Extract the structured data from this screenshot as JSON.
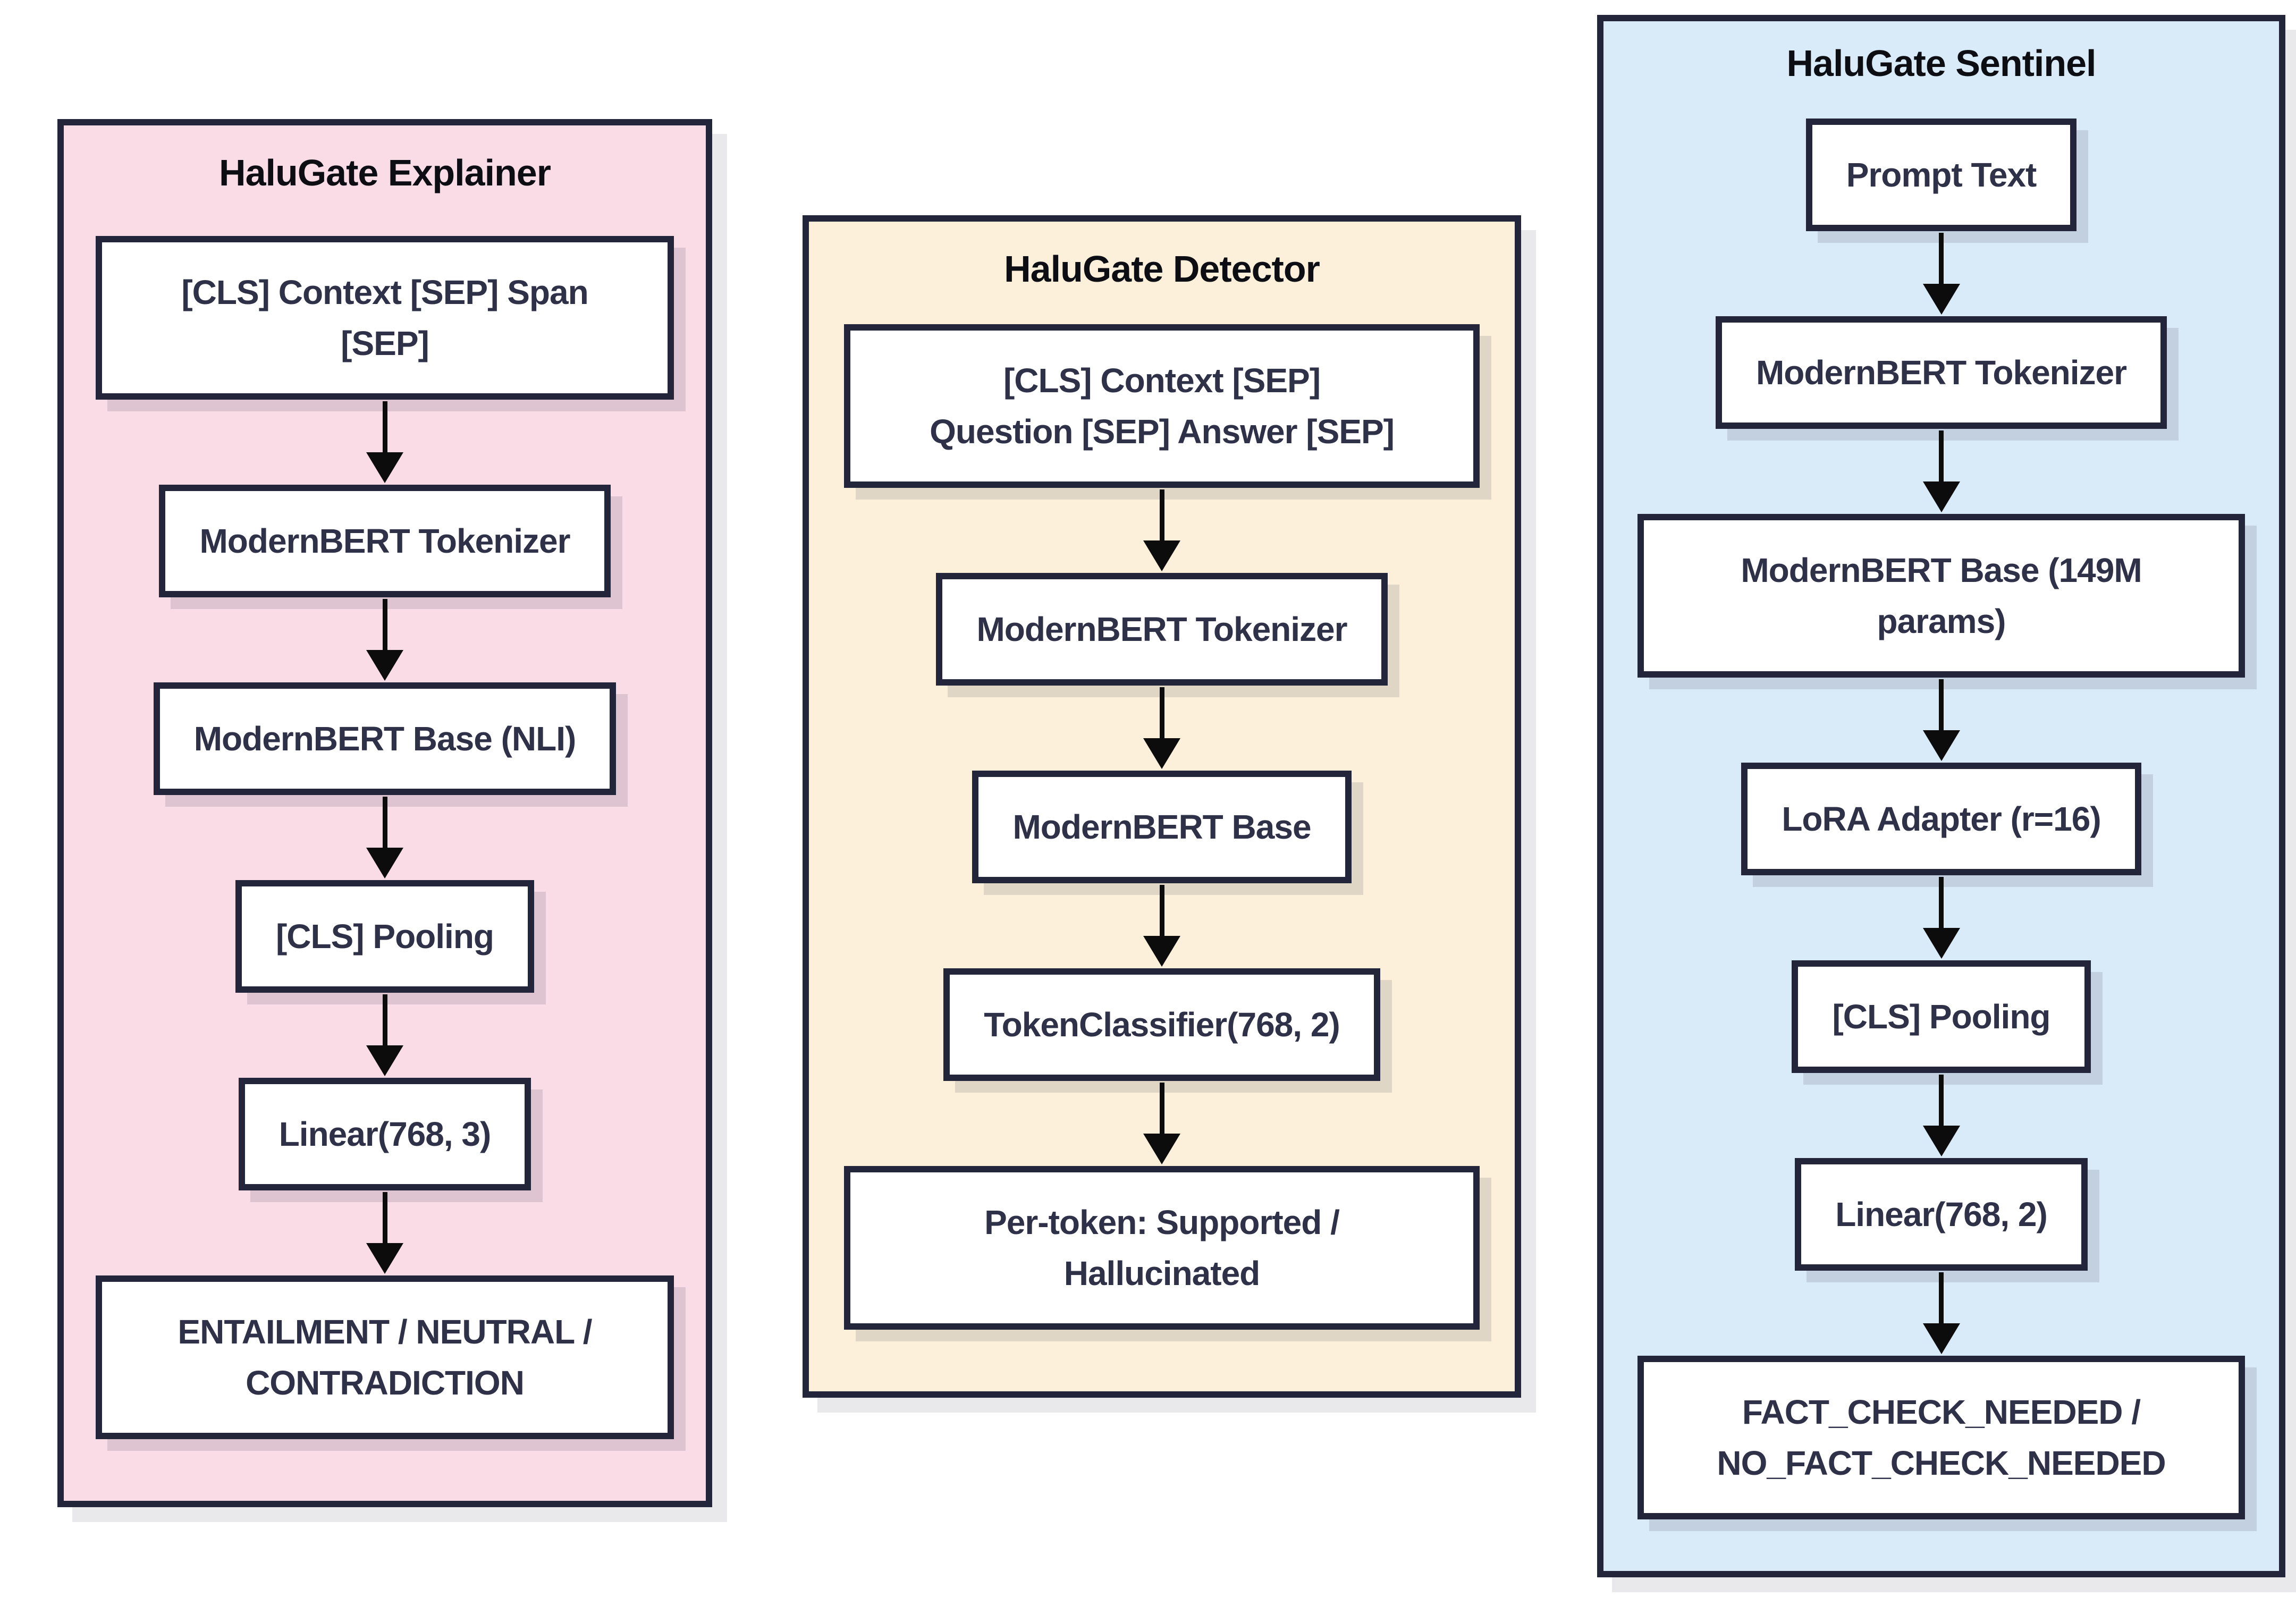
{
  "colors": {
    "page_background": "#ffffff",
    "panel_border": "#23263b",
    "box_background": "#ffffff",
    "box_text": "#2e3148",
    "title_text": "#0d0e14",
    "arrow": "#0c0c0c",
    "explainer_background": "#f9dce6",
    "detector_background": "#fcf0da",
    "sentinel_background": "#d9eaf8"
  },
  "panels": [
    {
      "title": "HaluGate Explainer",
      "boxes": [
        {
          "text": "[CLS] Context [SEP] Span\n[SEP]"
        },
        {
          "text": "ModernBERT Tokenizer"
        },
        {
          "text": "ModernBERT Base (NLI)"
        },
        {
          "text": "[CLS] Pooling"
        },
        {
          "text": "Linear(768, 3)"
        },
        {
          "text": "ENTAILMENT / NEUTRAL /\nCONTRADICTION"
        }
      ]
    },
    {
      "title": "HaluGate Detector",
      "boxes": [
        {
          "text": "[CLS] Context [SEP]\nQuestion [SEP] Answer [SEP]"
        },
        {
          "text": "ModernBERT Tokenizer"
        },
        {
          "text": "ModernBERT Base"
        },
        {
          "text": "TokenClassifier(768, 2)"
        },
        {
          "text": "Per-token: Supported /\nHallucinated"
        }
      ]
    },
    {
      "title": "HaluGate Sentinel",
      "boxes": [
        {
          "text": "Prompt Text"
        },
        {
          "text": "ModernBERT Tokenizer"
        },
        {
          "text": "ModernBERT Base (149M\nparams)"
        },
        {
          "text": "LoRA Adapter (r=16)"
        },
        {
          "text": "[CLS] Pooling"
        },
        {
          "text": "Linear(768, 2)"
        },
        {
          "text": "FACT_CHECK_NEEDED /\nNO_FACT_CHECK_NEEDED"
        }
      ]
    }
  ]
}
